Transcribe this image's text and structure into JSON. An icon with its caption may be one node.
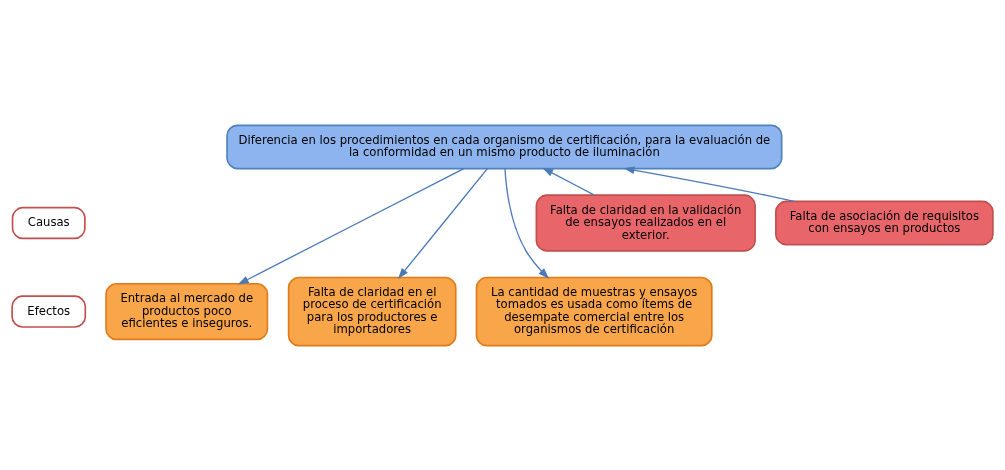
{
  "diagram": {
    "nodes": [
      {
        "text": [
          "Efectos"
        ]
      },
      {
        "text": [
          "Entrada al mercado de productos poco eficientes e inseguros."
        ]
      },
      {
        "text": [
          "Falta de claridad en el proceso de certificación para los productores e importadores"
        ]
      },
      {
        "text": [
          "La cantidad de muestras y ensayos tomados es usada como ítems de desempate comercial entre los organismos de certificación"
        ]
      },
      {
        "text": [
          "Diferencia en los procedimientos en cada organismo de certificación, para la evaluación de la conformidad en un mismo producto de iluminación"
        ]
      },
      {
        "text": [
          "Causas"
        ]
      },
      {
        "text": [
          "Falta de claridad en la validación de ensayos realizados en el exterior."
        ]
      },
      {
        "text": [
          "Falta de asociación de requisitos con ensayos en productos"
        ]
      }
    ],
    "edges": [
      {
        "from": 4,
        "to": 1,
        "arrow": "to"
      },
      {
        "from": 4,
        "to": 2,
        "arrow": "to"
      },
      {
        "from": 4,
        "to": 3,
        "arrow": "to"
      },
      {
        "from": 6,
        "to": 4,
        "arrow": "to"
      },
      {
        "from": 7,
        "to": 4,
        "arrow": "to"
      }
    ]
  }
}
